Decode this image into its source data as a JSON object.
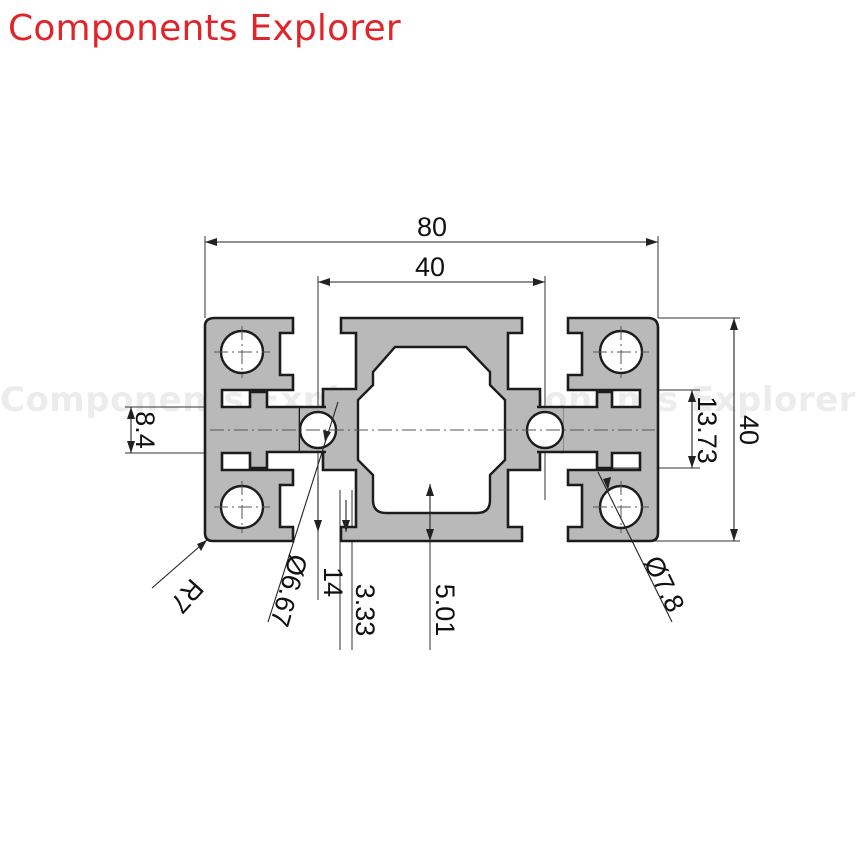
{
  "brand": {
    "name": "Components Explorer",
    "color": "#e0252a"
  },
  "watermark": {
    "text": "Components Explorer Components Explorer"
  },
  "dimensions": {
    "overall_width": "80",
    "overall_height": "40",
    "center_spacing": "40",
    "slot_width": "8.4",
    "slot_offset": "13.73",
    "small_hole_dia": "Ø6.67",
    "large_hole_dia": "Ø7.8",
    "corner_radius": "R7",
    "opening_14": "14",
    "wall_3_33": "3.33",
    "cavity_5_01": "5.01"
  },
  "colors": {
    "profile_fill": "#b9b9b9",
    "outline": "#1c1c1c"
  }
}
